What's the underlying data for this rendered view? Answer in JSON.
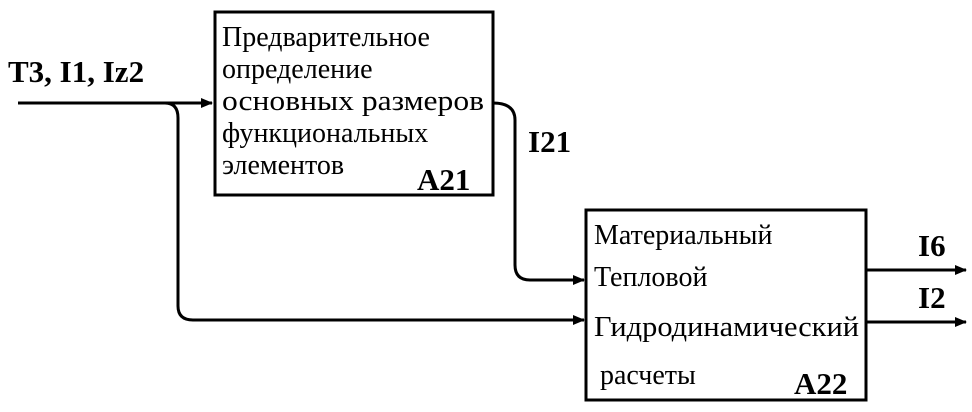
{
  "diagram": {
    "input_label": "T3, I1, Iz2",
    "box_a21": {
      "lines": [
        "Предварительное",
        "определение",
        "основных размеров",
        "функциональных",
        "элементов"
      ],
      "id": "A21"
    },
    "box_a22": {
      "lines": [
        "Материальный",
        "Тепловой",
        "Гидродинамический",
        "расчеты"
      ],
      "id": "A22"
    },
    "link_label": "I21",
    "output_labels": [
      "I6",
      "I2"
    ]
  }
}
